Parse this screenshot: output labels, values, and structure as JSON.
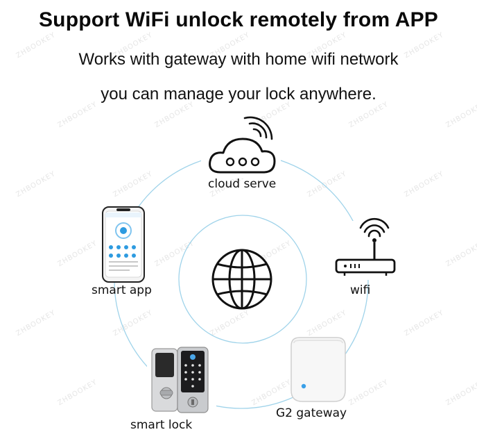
{
  "headline": "Support WiFi unlock remotely from APP",
  "subtitle_line1": "Works with gateway with home wifi network",
  "subtitle_line2": "you can manage your lock anywhere.",
  "nodes": {
    "cloud": "cloud serve",
    "app": "smart app",
    "wifi": "wifi",
    "lock": "smart lock",
    "gateway": "G2 gateway"
  },
  "watermark": "ZHBOOKEY",
  "icons": {
    "center": "globe-icon",
    "cloud": "cloud-icon",
    "wifi": "router-icon",
    "app": "smartphone-icon",
    "lock": "smart-lock-icon",
    "gateway": "gateway-device-icon"
  },
  "colors": {
    "ring": "#9fd3ea",
    "icon_stroke": "#111111",
    "phone_accent": "#2e9be0"
  }
}
